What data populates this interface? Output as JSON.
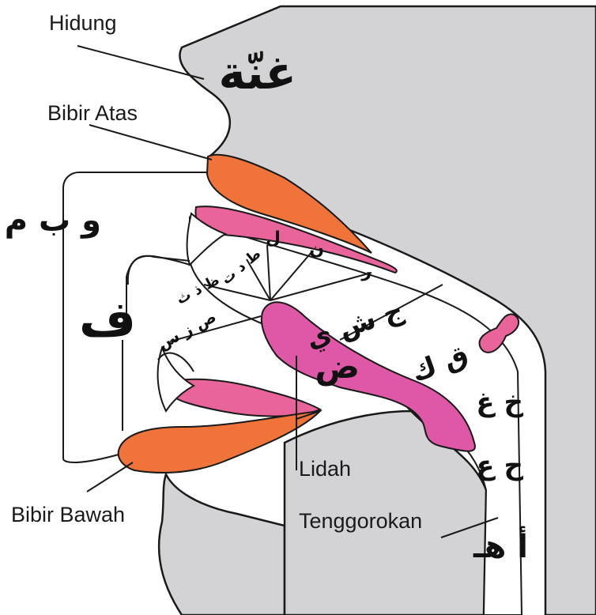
{
  "labels": {
    "nose": "Hidung",
    "upper_lip": "Bibir Atas",
    "lower_lip": "Bibir Bawah",
    "tongue": "Lidah",
    "throat": "Tenggorokan"
  },
  "arabic": {
    "ghunnah": "غنّة",
    "lips": "و ب م",
    "fa": "ف",
    "dad": "ض",
    "teeth_top": "ظ ذ ث",
    "alveolar_dt": "ط د ت",
    "lam": "ل",
    "nun": "ن",
    "ra": "ر",
    "sibilants": "ص ز س",
    "jsy": "ج ش ي",
    "qk": "ق ك",
    "kh_gh": "خ غ",
    "h_ain": "ح ع",
    "a_h": "أ هـ"
  },
  "colors": {
    "head_gray": "#d3d3d6",
    "lip_orange": "#f0743a",
    "mouth_pink": "#e8649a",
    "tongue_magenta": "#de58a7"
  }
}
